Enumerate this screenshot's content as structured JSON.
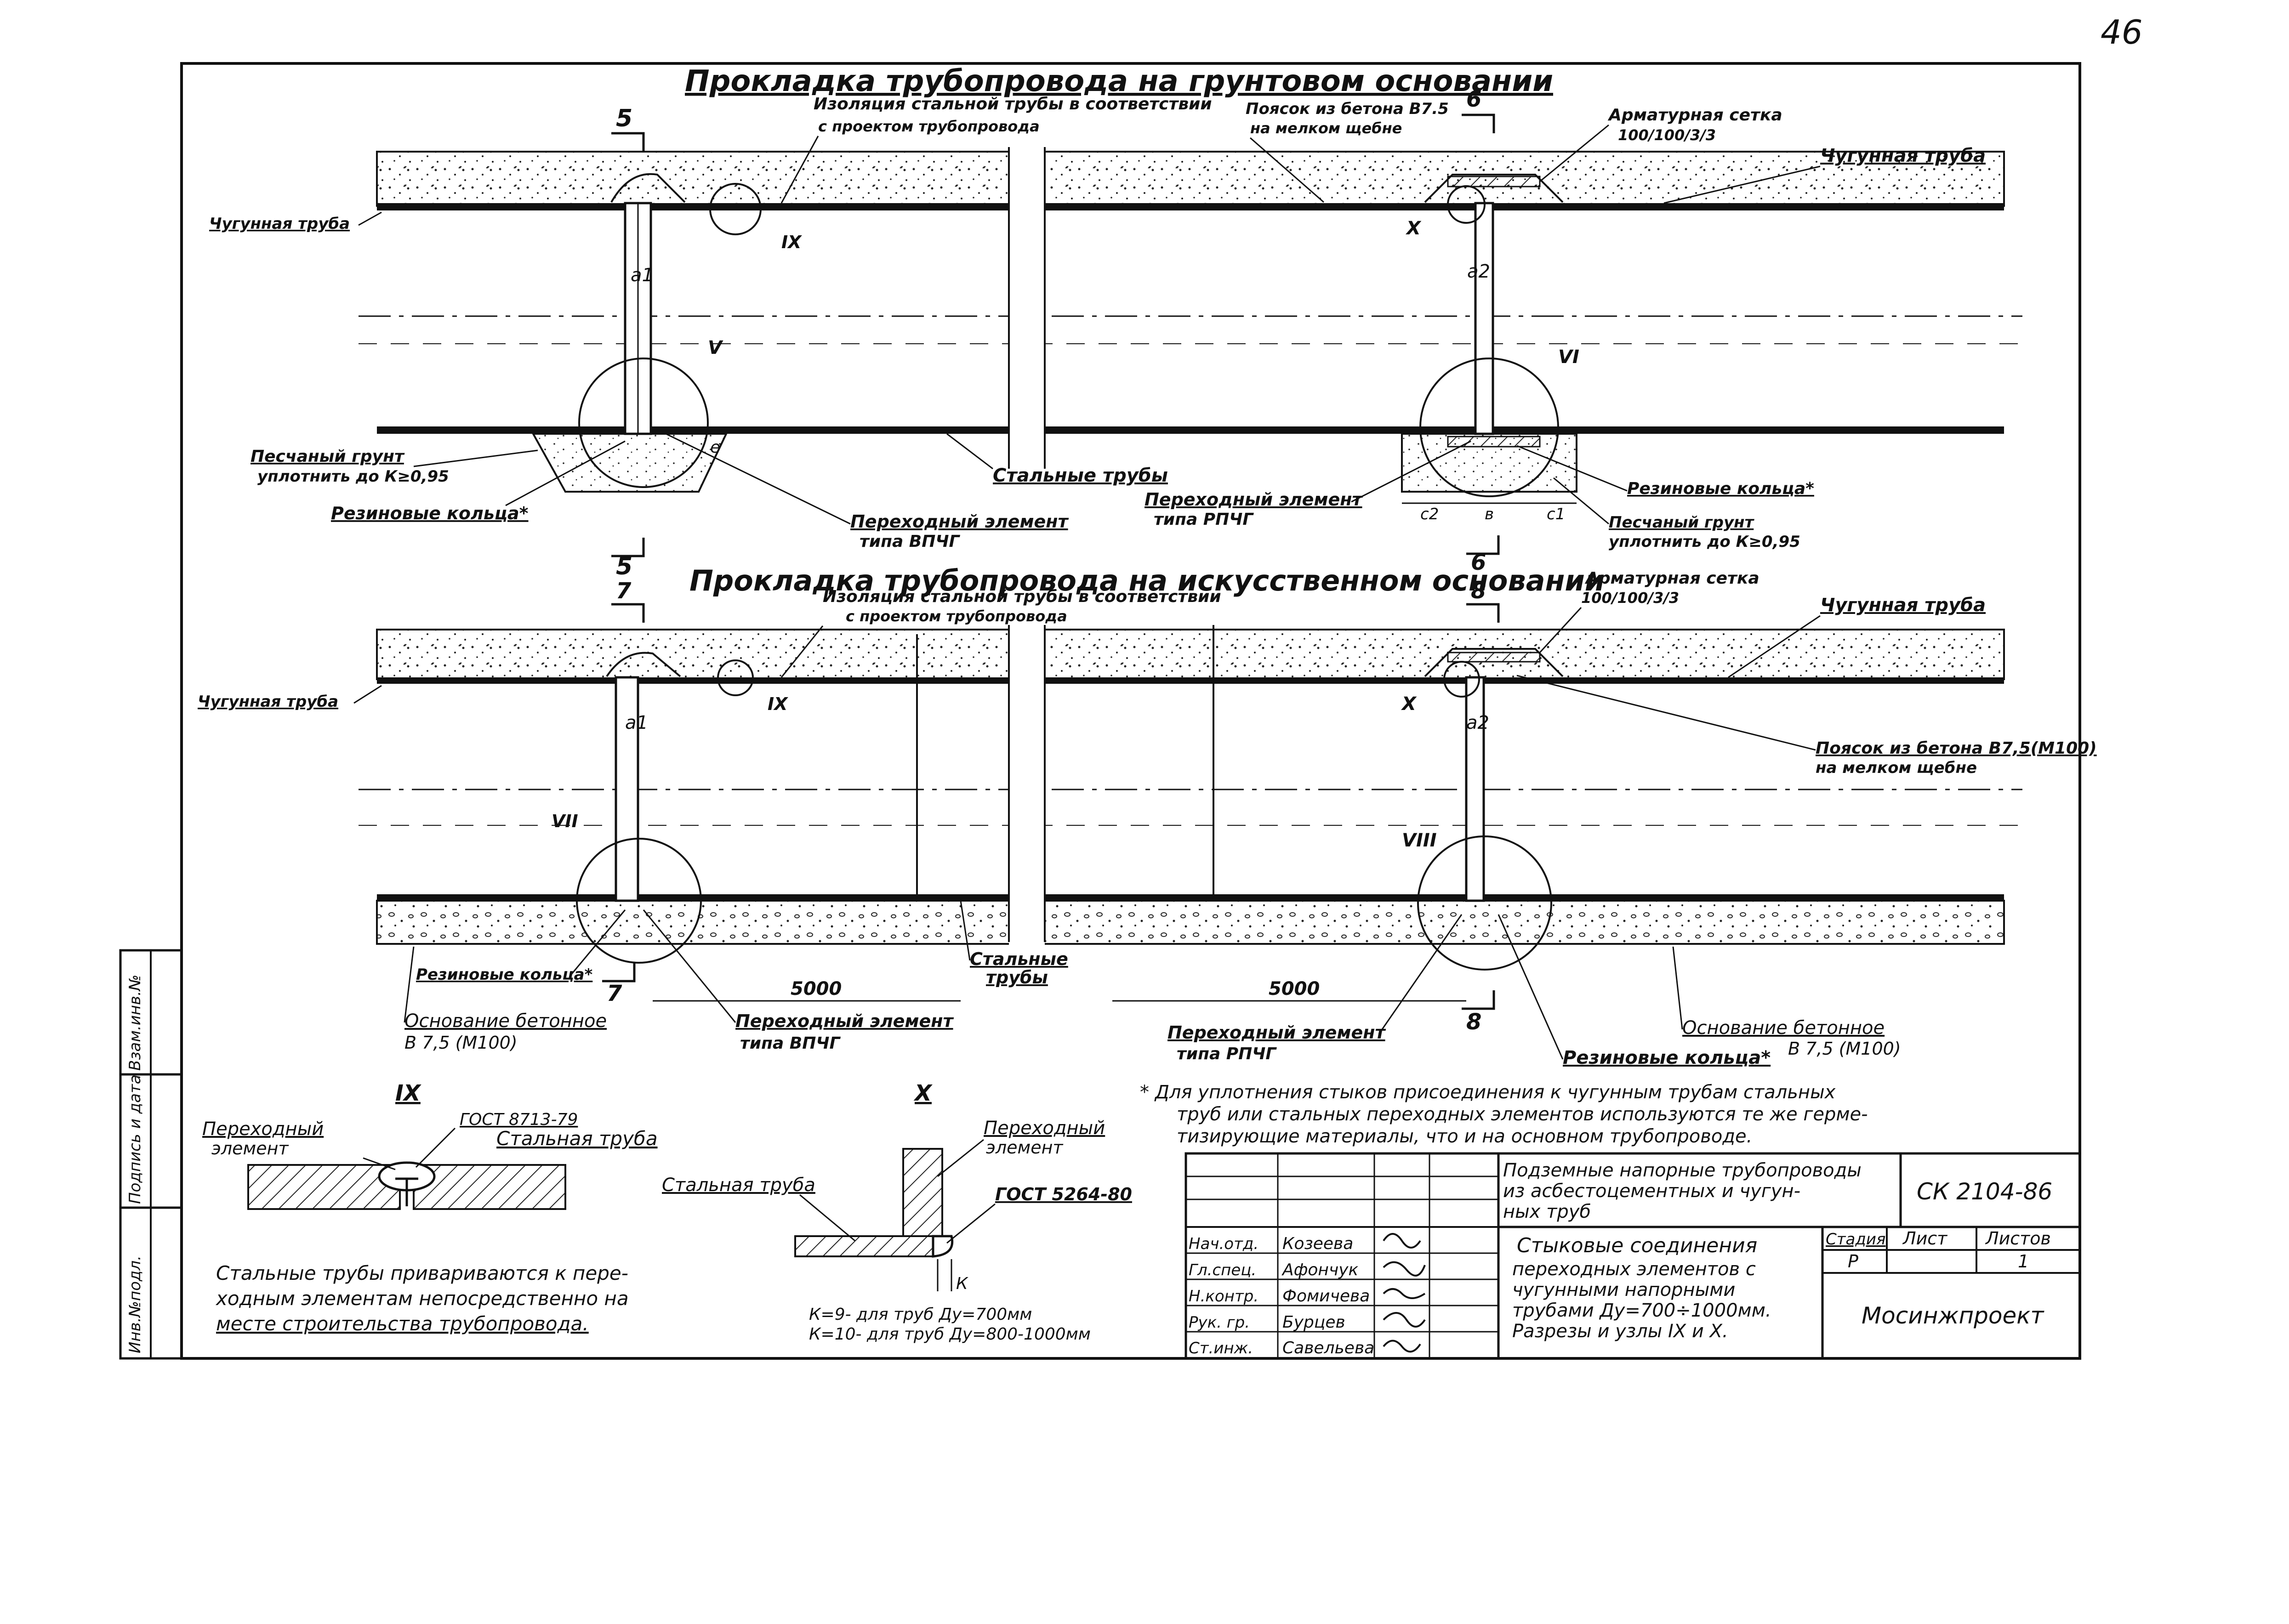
{
  "page_number": "46",
  "section_upper": {
    "title": "Прокладка трубопровода на грунтовом основании",
    "labels": {
      "insulation_1": "Изоляция стальной трубы в соответствии",
      "insulation_2": "с проектом трубопровода",
      "belt_1": "Поясок из бетона В7.5",
      "belt_2": "на мелком щебне",
      "mesh_1": "Арматурная сетка",
      "mesh_2": "100/100/3/3",
      "castiron_right": "Чугунная труба",
      "castiron_left": "Чугунная труба",
      "sand_1": "Песчаный грунт",
      "sand_2": "уплотнить до К≥0,95",
      "rubber_left": "Резиновые кольца*",
      "steel_pipes": "Стальные трубы",
      "transition_bpchg_1": "Переходный элемент",
      "transition_bpchg_2": "типа ВПЧГ",
      "transition_rpchg_1": "Переходный элемент",
      "transition_rpchg_2": "типа РПЧГ",
      "rubber_right": "Резиновые кольца*",
      "sand_right_1": "Песчаный грунт",
      "sand_right_2": "уплотнить до К≥0,95",
      "dim_c2": "c2",
      "dim_b": "в",
      "dim_c1": "c1",
      "dim_a1": "a1",
      "dim_a2": "a2",
      "dim_e": "e",
      "node_9": "IX",
      "node_5": "V",
      "node_10": "X",
      "node_6": "VI",
      "cut_5_top": "5",
      "cut_5_bottom": "5",
      "cut_6_top": "6",
      "cut_6_bottom": "6"
    }
  },
  "section_lower": {
    "title": "Прокладка трубопровода на искусственном основании",
    "labels": {
      "insulation_1": "Изоляция стальной трубы в соответствии",
      "insulation_2": "с проектом трубопровода",
      "mesh_1": "Арматурная сетка",
      "mesh_2": "100/100/3/3",
      "castiron_right": "Чугунная труба",
      "castiron_left": "Чугунная труба",
      "belt_1": "Поясок из бетона В7,5(М100)",
      "belt_2": "на мелком щебне",
      "rubber_left": "Резиновые кольца*",
      "base_left_1": "Основание бетонное",
      "base_left_2": "В 7,5 (М100)",
      "transition_bpchg_1": "Переходный элемент",
      "transition_bpchg_2": "типа ВПЧГ",
      "steel_pipes_1": "Стальные",
      "steel_pipes_2": "трубы",
      "transition_rpchg_1": "Переходный элемент",
      "transition_rpchg_2": "типа РПЧГ",
      "rubber_right": "Резиновые кольца*",
      "base_right_1": "Основание бетонное",
      "base_right_2": "В 7,5 (М100)",
      "dim_5000_left": "5000",
      "dim_5000_right": "5000",
      "dim_a1": "a1",
      "dim_a2": "a2",
      "node_9": "IX",
      "node_7": "VII",
      "node_10": "X",
      "node_8": "VIII",
      "cut_7_top": "7",
      "cut_7_bottom": "7",
      "cut_8_top": "8",
      "cut_8_bottom": "8"
    }
  },
  "detail_9": {
    "title": "IX",
    "gost": "ГОСТ 8713-79",
    "transition_1": "Переходный",
    "transition_2": "элемент",
    "steel_pipe": "Стальная труба"
  },
  "detail_10": {
    "title": "X",
    "transition_1": "Переходный",
    "transition_2": "элемент",
    "gost": "ГОСТ 5264-80",
    "steel_pipe": "Стальная труба",
    "k_label": "К",
    "k_note_1": "К=9- для труб Ду=700мм",
    "k_note_2": "К=10- для труб Ду=800-1000мм"
  },
  "welding_note": {
    "line_1": "Стальные трубы привариваются к пере-",
    "line_2": "ходным элементам непосредственно на",
    "line_3": "месте строительства трубопровода."
  },
  "footnote": {
    "line_1": "* Для уплотнения стыков присоединения к чугунным трубам стальных",
    "line_2": "труб или стальных переходных элементов используются те же герме-",
    "line_3": "тизирующие материалы, что и на основном трубопроводе."
  },
  "left_stamp": {
    "col_1": "Инв.№подл.",
    "col_2": "Подпись и дата",
    "col_3": "Взам.инв.№"
  },
  "title_block": {
    "project": "Подземные напорные трубопроводы из асбестоцементных и чугунных труб",
    "project_line_1": "Подземные напорные трубопроводы",
    "project_line_2": "из асбестоцементных и чугун-",
    "project_line_3": "ных труб",
    "code": "СК 2104-86",
    "drawing_line_1": "Стыковые соединения",
    "drawing_line_2": "переходных элементов с",
    "drawing_line_3": "чугунными напорными",
    "drawing_line_4": "трубами Ду=700÷1000мм.",
    "drawing_line_5": "Разрезы и узлы IX и X.",
    "stage_header": "Стадия",
    "sheet_header": "Лист",
    "sheets_header": "Листов",
    "stage": "Р",
    "sheet": "",
    "sheets": "1",
    "org": "Мосинжпроект",
    "staff": [
      {
        "role": "Нач.отд.",
        "name": "Козеева"
      },
      {
        "role": "Гл.спец.",
        "name": "Афончук"
      },
      {
        "role": "Н.контр.",
        "name": "Фомичева"
      },
      {
        "role": "Рук. гр.",
        "name": "Бурцев"
      },
      {
        "role": "Ст.инж.",
        "name": "Савельева"
      }
    ]
  }
}
